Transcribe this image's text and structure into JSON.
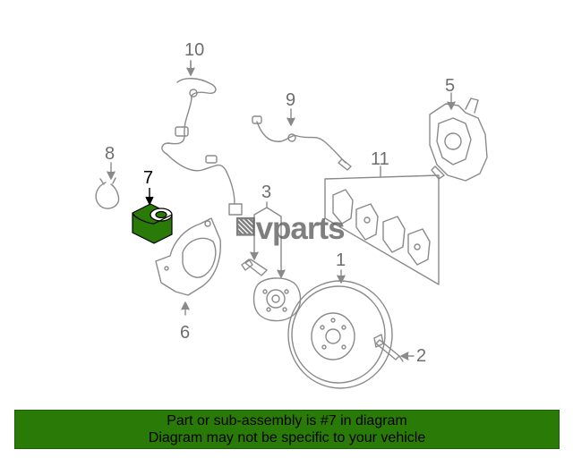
{
  "diagram": {
    "callouts": {
      "c1": "1",
      "c2": "2",
      "c3": "3",
      "c5": "5",
      "c6": "6",
      "c7": "7",
      "c8": "8",
      "c9": "9",
      "c10": "10",
      "c11": "11"
    },
    "highlight_part": "7",
    "highlight_color": "#2a7a08",
    "line_color": "#8a8a8a"
  },
  "watermark": {
    "text": "vparts"
  },
  "banner": {
    "line1": "Part or sub-assembly is #7 in diagram",
    "line2": "Diagram may not be specific to your vehicle",
    "background": "#2a7a08"
  }
}
